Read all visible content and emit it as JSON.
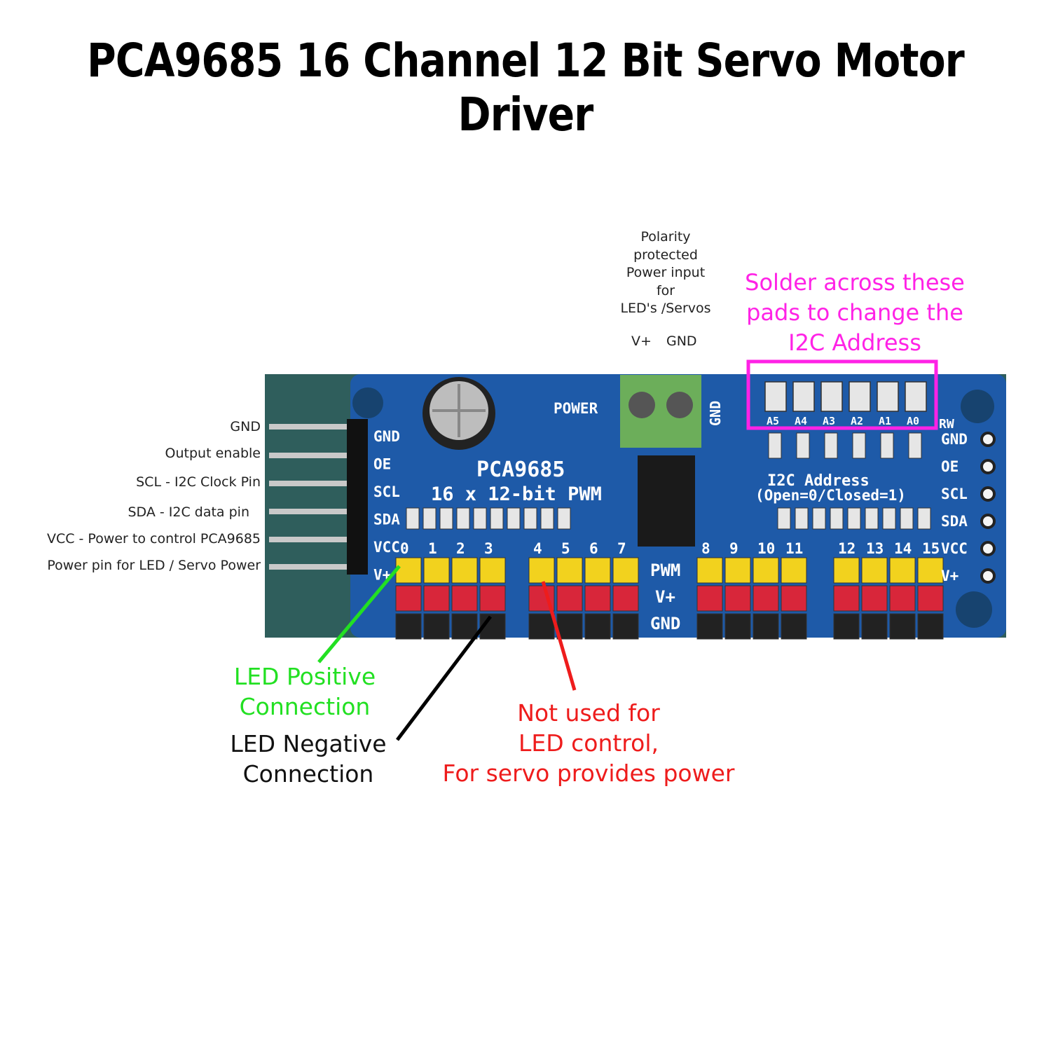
{
  "title": "PCA9685 16 Channel 12 Bit Servo Motor Driver",
  "pin_labels": [
    "GND",
    "Output enable",
    "SCL - I2C Clock Pin",
    "SDA - I2C data pin",
    "VCC - Power to control PCA9685",
    "Power pin for LED / Servo Power"
  ],
  "power_note": {
    "lines": [
      "Polarity",
      "protected",
      "Power input",
      "for",
      "LED's /Servos"
    ],
    "terminal_left": "V+",
    "terminal_right": "GND"
  },
  "solder_note": {
    "lines": [
      "Solder across these",
      "pads to change the",
      "I2C Address"
    ],
    "color": "#ff22e6"
  },
  "callouts": {
    "led_positive": {
      "lines": [
        "LED Positive",
        "Connection"
      ],
      "color": "#22e022"
    },
    "led_negative": {
      "lines": [
        "LED Negative",
        "Connection"
      ],
      "color": "#111111"
    },
    "not_used": {
      "lines": [
        "Not used for",
        "LED control,",
        "For servo provides power"
      ],
      "color": "#ee1c1c"
    }
  },
  "board": {
    "chip_name": "PCA9685",
    "chip_subtitle": "16 x 12-bit  PWM",
    "power_label": "POWER",
    "terminal_gnd": "GND",
    "left_header_labels": [
      "GND",
      "OE",
      "SCL",
      "SDA",
      "VCC",
      "V+"
    ],
    "right_header_labels": [
      "GND",
      "OE",
      "SCL",
      "SDA",
      "VCC",
      "V+"
    ],
    "address_pads": [
      "A5",
      "A4",
      "A3",
      "A2",
      "A1",
      "A0"
    ],
    "address_caption_1": "I2C Address",
    "address_caption_2": "(Open=0/Closed=1)",
    "channel_numbers": [
      "0",
      "1",
      "2",
      "3",
      "4",
      "5",
      "6",
      "7",
      "8",
      "9",
      "10",
      "11",
      "12",
      "13",
      "14",
      "15"
    ],
    "row_labels": [
      "PWM",
      "V+",
      "GND"
    ],
    "rw_label": "RW",
    "colors": {
      "pcb": "#1e5aa8",
      "pin_yellow": "#f2d21e",
      "pin_red": "#d8263a",
      "pin_black": "#222222",
      "terminal": "#6cae5a"
    }
  }
}
